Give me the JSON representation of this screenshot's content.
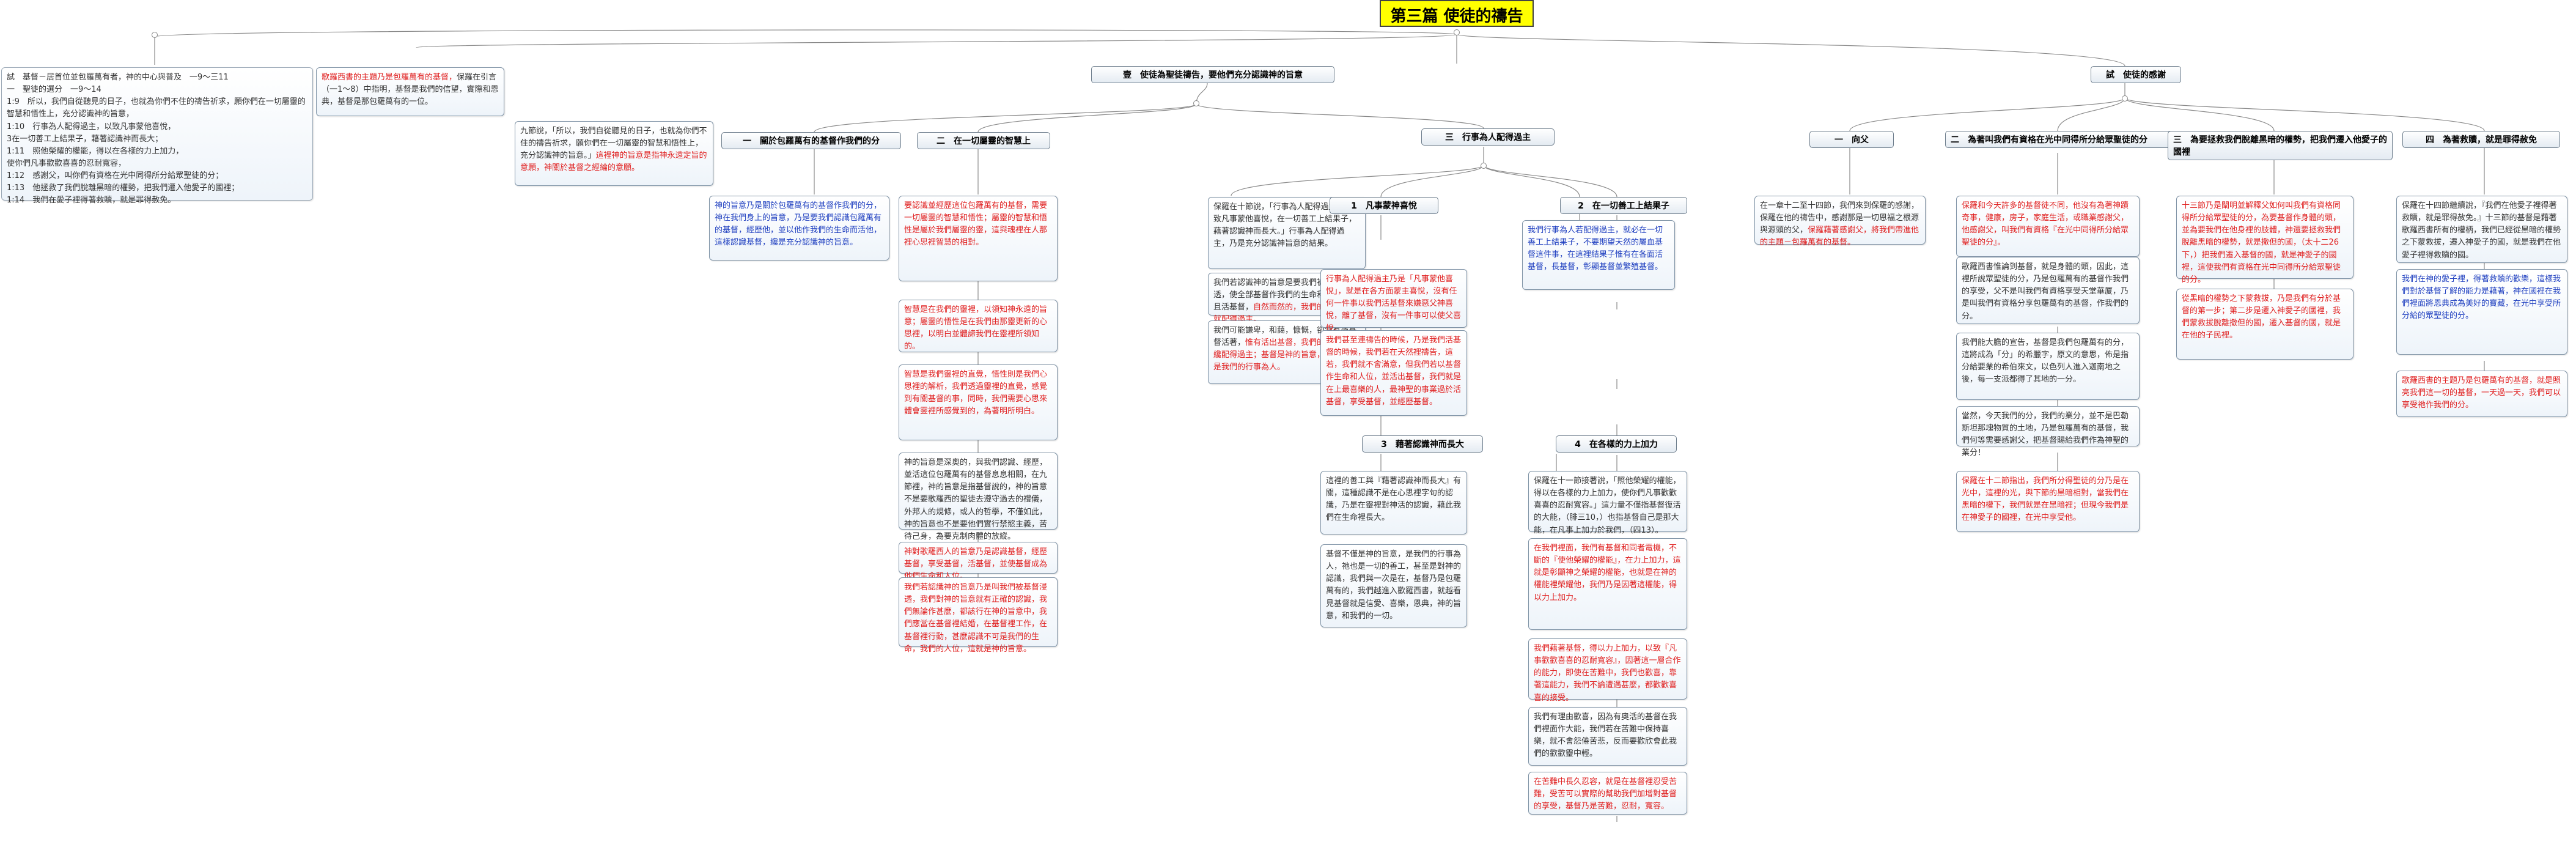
{
  "root": "第三篇  使徒的禱告",
  "intro": {
    "text": "試　基督－居首位並包羅萬有者，神的中心與普及　一9～三11\n一　聖徒的選分　一9～14\n1:9　所以，我們自從聽見的日子，也就為你們不住的禱告祈求，願你們在一切屬靈的智慧和悟性上，充分認識神的旨意，\n1:10　行事為人配得過主，以致凡事蒙他喜悅，\n3在一切善工上結果子，藉著認識神而長大；\n1:11　照他榮耀的權能，得以在各樣的力上加力，\n使你們凡事歡歡喜喜的忍耐寬容，\n1:12　感謝父，叫你們有資格在光中同得所分給眾聖徒的分；\n1:13　他拯救了我們脫離黑暗的權勢，把我們遷入他愛子的國裡；\n1:14　我們在愛子裡得著救贖，就是罪得赦免。"
  },
  "intro_note": {
    "red": "歌羅西書的主題乃是包羅萬有的基督，",
    "rest": "保羅在引言（一1～8）中指明，基督是我們的信望，實際和恩典，基督是那包羅萬有的一位。"
  },
  "branch1": {
    "title": "壹　使徒為聖徒禱告，要他們充分認識神的旨意",
    "quote": {
      "text": "九節說，「所以，我們自從聽見的日子，也就為你們不住的禱告祈求，願你們在一切屬靈的智慧和悟性上，充分認識神的旨意。」",
      "red": "這裡神的旨意是指神永遠定旨的意願，神關於基督之經綸的意願。"
    },
    "a": {
      "title": "一　關於包羅萬有的基督作我們的分",
      "body": "神的旨意乃是關於包羅萬有的基督作我們的分，神在我們身上的旨意，乃是要我們認識包羅萬有的基督，經歷他，並以他作我們的生命而活他，這樣認識基督，纔是充分認識神的旨意。"
    },
    "b": {
      "title": "二　在一切屬靈的智慧上",
      "items": [
        "要認識並經歷這位包羅萬有的基督，需要一切屬靈的智慧和悟性；屬靈的智慧和悟性是屬於我們屬靈的靈，這與魂裡在人那裡心思裡智慧的相對。",
        "智慧是在我們的靈裡，以領知神永遠的旨意；屬靈的悟性是在我們由那靈更新的心思裡，以明白並體諦我們在靈裡所領知的。",
        "智慧是我們靈裡的直覺，悟性則是我們心思裡的解析，我們透過靈裡的直覺，感覺到有關基督的事，同時，我們需要心思來體會靈裡所感覺到的，為著明所明白。",
        "神的旨意是深奧的，與我們認識、經歷，並活這位包羅萬有的基督息息相關，在九節裡，神的旨意是指基督說的，神的旨意不是要歌羅西的聖徒去遵守過去的禮儀，外邦人的規條，或人的哲學，不僅如此，神的旨意也不是要他們實行禁慾主義，苦待己身，為要克制肉體的放縱。",
        "神對歌羅西人的旨意乃是認識基督，經歷基督，享受基督，活基督，並使基督成為他們生命和人位。",
        "我們若認識神的旨意乃是叫我們被基督浸透，我們對神的旨意就有正確的認識，我們無論作甚麼，都該行在神的旨意中，我們應當在基督裡結婚，在基督裡工作，在基督裡行動，甚麼認識不可是我們的生命，我們的人位，這就是神的旨意。"
      ]
    },
    "c": {
      "title": "三　行事為人配得過主",
      "intro": "保羅在十節說，「行事為人配得過主，以致凡事蒙他喜悅，在一切善工上結果子，藉著認識神而長大。」行事為人配得過主，乃是充分認識神旨意的結果。",
      "intro_red": "",
      "p2": "我們若認識神的旨意是要我們被基督浸透，使全部基督作我們的生命和人位，並且活基督，",
      "p2_red": "自然而然的，我們的行事為人就配得過主。",
      "p3": "我們可能謙卑，和藹，慷慨，卻沒有憑基督活著，",
      "p3_red": "惟有活出基督，我們的行事為人纔配得過主；基督是神的旨意，基督也就是我們的行事為人。",
      "s1": {
        "title": "1　凡事蒙神喜悅",
        "items": [
          "行事為人配得過主乃是「凡事蒙他喜悅」，就是在各方面蒙主喜悅，沒有任何一件事以我們活基督來嫌惡父神喜悅，離了基督，沒有一件事可以使父喜悅。",
          "我們甚至連禱告的時候，乃是我們活基督的時候，我們若在天然裡禱告，這若，我們就不會滿意，但我們若以基督作生命和人位，並活出基督，我們就是在上最喜樂的人，最神聖的事業過於活基督，享受基督，並經歷基督。"
        ]
      },
      "s2": {
        "title": "2　在一切善工上結果子",
        "items": [
          "我們行事為人若配得過主，就必在一切善工上結果子，不要期望天然的屬血基督這件事，在這裡結果子惟有在各面活基督，長基督，彰顯基督並繁殖基督。"
        ]
      },
      "s3": {
        "title": "3　藉著認識神而長大",
        "items": [
          "這裡的善工與『藉著認識神而長大』有關，這種認識不是在心思裡字句的認識，乃是在靈裡對神活的認識，藉此我們在生命裡長大。",
          "基督不僅是神的旨意，是我們的行事為人，祂也是一切的善工，甚至是對神的認識，我們與一次是在，基督乃是包羅萬有的，我們越進入歡羅西書，就越看見基督就是信愛、喜樂，恩典，神的旨意，和我們的一切。"
        ]
      },
      "s4": {
        "title": "4　在各樣的力上加力",
        "items": [
          "保羅在十一節接著說，「照他榮耀的權能，得以在各樣的力上加力，使你們凡事歡歡喜喜的忍耐寬容。」這力量不僅指基督復活的大能，（腓三10，）也指基督自己是那大能，在凡事上加力於我們，（四13）。",
          "在我們裡面，我們有基督和同者電機，不斷的『使他榮耀的權能』，在力上加力，這就是彰顯神之榮耀的權能，也就是在神的權能裡榮耀他，我們乃是因著這權能，得以力上加力。",
          "我們藉著基督，得以力上加力，以致『凡事歡歡喜喜的忍耐寬容』，因著這一層合作的能力，即使在苦難中，我們也歡喜，靠著這能力，我們不論遭遇甚麼，都歡歡喜喜的接受。",
          "我們有理由歡喜，因為有奧活的基督在我們裡面作大能，我們若在苦難中保持喜樂，就不會怨倦苦悲，反而要歡欣會此我們的歡歡靈中輕。",
          "在苦難中長久忍容，就是在基督裡忍受苦難，受苦可以實際的幫助我們加增對基督的享受，基督乃是苦難，忍耐，寬容。"
        ]
      }
    }
  },
  "branch2": {
    "title": "試　使徒的感謝",
    "a": {
      "title": "一　向父",
      "body_plain": "在一章十二至十四節，我們來到保羅的感謝，保羅在他的禱告中，感謝那是一切恩福之根源與源頭的父，",
      "body_red": "保羅藉著感謝父，將我們帶進他的主題－包羅萬有的基督。"
    },
    "b": {
      "title": "二　為著叫我們有資格在光中同得所分給眾聖徒的分",
      "items": [
        "保羅和今天許多的基督徒不同，他沒有為著神蹟奇事，健康，房子，家庭生活，或職業感謝父，他感謝父，叫我們有資格『在光中同得所分給眾聖徒的分』。",
        "歌羅西書惟論到基督，就是身體的頭，因此，這裡所說眾聖徒的分，乃是包羅萬有的基督作我們的享受，父不是叫我們有資格享受天堂華厦，乃是叫我們有資格分享包羅萬有的基督，作我們的分。",
        "我們能大膽的宣告，基督是我們包羅萬有的分，這將成為「分」的希臘字，原文的意思，佈是指分給要業的希伯來文，以色列人進入迦南地之後，每一支派都得了其地的一分。",
        "當然，今天我們的分，我們的業分，並不是巴勒斯坦那塊物質的土地，乃是包羅萬有的基督，我們何等需要感謝父，把基督賜給我們作為神聖的業分！",
        "保羅在十二節指出，我們所分得聖徒的分乃是在光中，這裡的光，與下節的黑暗相對，當我們在黑暗的權下，我們就是在黑暗裡；但現今我們是在神愛子的國裡，在光中享受他。"
      ]
    },
    "c": {
      "title": "三　為要拯救我們脫離黑暗的權勢，把我們遷入他愛子的國裡",
      "items": [
        "十三節乃是闡明並解釋父如何叫我們有資格同得所分給眾聖徒的分，為要基督作身體的頭，並為要我們在他身裡的肢體，神還要拯救我們脫離黑暗的權勢，就是撒但的國，（太十二26下，）把我們遷入基督的國，就是神愛子的國裡，這使我們有資格在光中同得所分給眾聖徒的分。",
        "從黑暗的權勢之下蒙救拔，乃是我們有分於基督的第一步；第二步是遷入神愛子的國裡，我們蒙救拔脫離撒但的國，遷入基督的國，就是在他的子民裡。"
      ]
    },
    "d": {
      "title": "四　為著救贖，就是罪得赦免",
      "items": [
        "保羅在十四節繼續說，『我們在他愛子裡得著救贖，就是罪得赦免。』十三節的基督是藉著歌羅西書所有的權柄，我們已經從黑暗的權勢之下蒙救拔，遷入神愛子的國，就是我們在他愛子裡得救贖的國。",
        "我們在神的愛子裡，得著救贖的歡樂，這樣我們對於基督了解的能力是藉著，神在國裡在我們裡面將恩典成為美好的寶藏，在光中享受所分給的眾聖徒的分。",
        "歌羅西書的主題乃是包羅萬有的基督，就是照亮我們這一切的基督，一天過一天，我們可以享受祂作我們的分。"
      ]
    }
  }
}
